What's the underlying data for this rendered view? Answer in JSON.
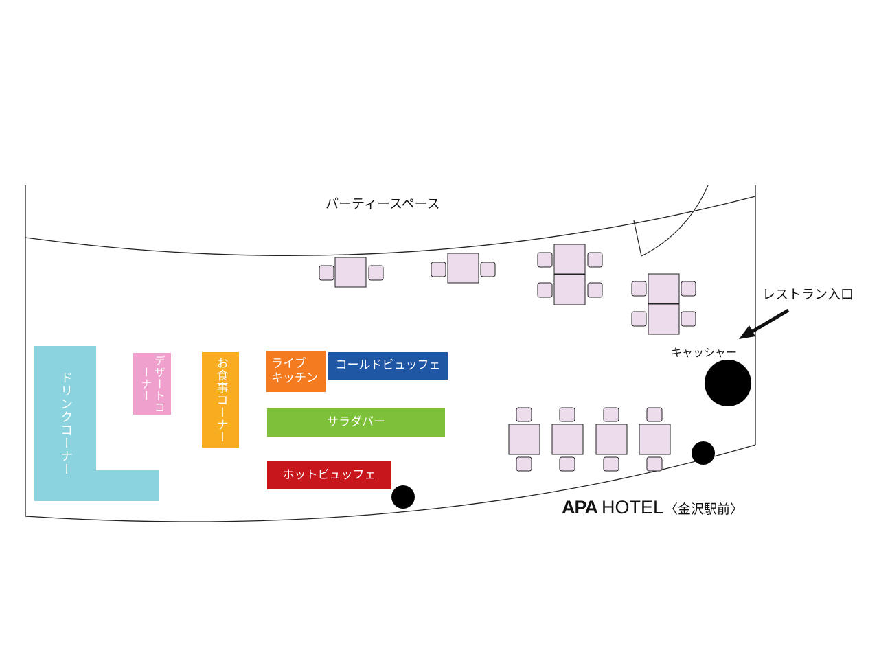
{
  "labels": {
    "party_space": "パーティースペース",
    "entrance": "レストラン入口",
    "cashier": "キャッシャー"
  },
  "stations": {
    "drink": "ドリンクコーナー",
    "dessert": "デザートコーナー",
    "meal": "お食事コーナー",
    "live_kitchen_line1": "ライブ",
    "live_kitchen_line2": "キッチン",
    "cold_buffet": "コールドビュッフェ",
    "salad_bar": "サラダバー",
    "hot_buffet": "ホットビュッフェ"
  },
  "logo": {
    "brand": "APA",
    "hotel": "HOTEL",
    "branch": "〈金沢駅前〉"
  },
  "colors": {
    "drink": "#8bd3df",
    "dessert": "#f0a0cc",
    "meal": "#f8ad21",
    "live_kitchen": "#f47b20",
    "cold_buffet": "#1f57a5",
    "salad_bar": "#7dc13a",
    "hot_buffet": "#c8161d",
    "table_fill": "#ecdcec",
    "pillar": "#000000"
  }
}
